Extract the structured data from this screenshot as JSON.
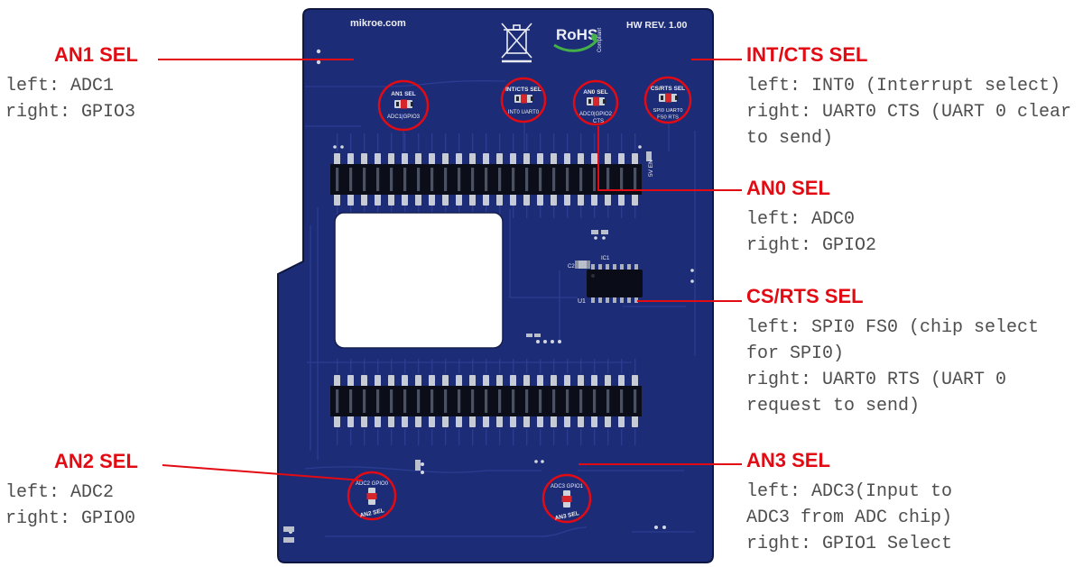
{
  "callouts": {
    "an1": {
      "title": "AN1 SEL",
      "lines": [
        "left: ADC1",
        "right: GPIO3"
      ]
    },
    "an2": {
      "title": "AN2 SEL",
      "lines": [
        "left: ADC2",
        "right: GPIO0"
      ]
    },
    "int_cts": {
      "title": "INT/CTS SEL",
      "lines": [
        "left: INT0 (Interrupt select)",
        "right: UART0 CTS (UART 0 clear",
        "to send)"
      ]
    },
    "an0": {
      "title": "AN0 SEL",
      "lines": [
        "left: ADC0",
        "right: GPIO2"
      ]
    },
    "cs_rts": {
      "title": "CS/RTS SEL",
      "lines": [
        "left: SPI0 FS0 (chip select",
        "for SPI0)",
        "right: UART0 RTS (UART 0",
        "request to send)"
      ]
    },
    "an3": {
      "title": "AN3 SEL",
      "lines": [
        "left: ADC3(Input to",
        "ADC3 from ADC chip)",
        "right: GPIO1 Select"
      ]
    }
  },
  "board": {
    "brand": "mikroe.com",
    "hw_rev": "HW REV. 1.00",
    "rohs_title": "RoHS",
    "rohs_sub": "Compliant",
    "silkscreen": {
      "an1_sel": "AN1 SEL",
      "an1_opts": "ADC1|GPIO3",
      "int_cts_sel": "INT/CTS SEL",
      "int_cts_opts": "INT0 UART0",
      "an0_sel": "AN0 SEL",
      "an0_opts": "ADC0|GPIO2",
      "an0_opts2": "CTS",
      "cs_rts_sel": "CS/RTS SEL",
      "cs_rts_opts1": "SPI0 UART0",
      "cs_rts_opts2": "FS0 RTS",
      "v5_en": "5V EN",
      "u1": "U1",
      "c2": "C2",
      "ic1": "IC1",
      "an2_sel": "AN2 SEL",
      "an2_opts": "ADC2 GPIO0",
      "an3_sel": "AN3 SEL",
      "an3_opts": "ADC3 GPIO1"
    },
    "colors": {
      "pcb": "#1d2c77",
      "trace": "#2e4097",
      "accent_red": "#e30b13",
      "rohs_green": "#43b049",
      "callout_text": "#4e4e4e"
    }
  }
}
